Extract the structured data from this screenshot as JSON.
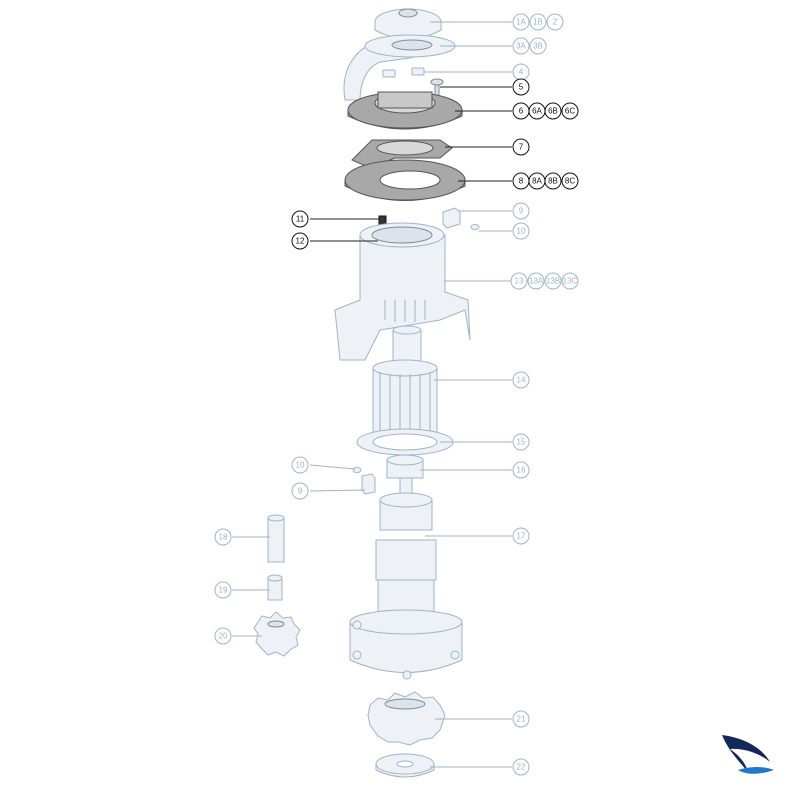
{
  "diagram": {
    "callouts": [
      {
        "id": "1A",
        "label": "1A",
        "dark": false
      },
      {
        "id": "1B",
        "label": "1B",
        "dark": false
      },
      {
        "id": "2",
        "label": "2",
        "dark": false
      },
      {
        "id": "3A",
        "label": "3A",
        "dark": false
      },
      {
        "id": "3B",
        "label": "3B",
        "dark": false
      },
      {
        "id": "4",
        "label": "4",
        "dark": false
      },
      {
        "id": "5",
        "label": "5",
        "dark": true
      },
      {
        "id": "6",
        "label": "6",
        "dark": true
      },
      {
        "id": "6A",
        "label": "6A",
        "dark": true
      },
      {
        "id": "6B",
        "label": "6B",
        "dark": true
      },
      {
        "id": "6C",
        "label": "6C",
        "dark": true
      },
      {
        "id": "7",
        "label": "7",
        "dark": true
      },
      {
        "id": "8",
        "label": "8",
        "dark": true
      },
      {
        "id": "8A",
        "label": "8A",
        "dark": true
      },
      {
        "id": "8B",
        "label": "8B",
        "dark": true
      },
      {
        "id": "8C",
        "label": "8C",
        "dark": true
      },
      {
        "id": "9a",
        "label": "9",
        "dark": false
      },
      {
        "id": "10a",
        "label": "10",
        "dark": false
      },
      {
        "id": "11",
        "label": "11",
        "dark": true
      },
      {
        "id": "12",
        "label": "12",
        "dark": true
      },
      {
        "id": "13",
        "label": "13",
        "dark": false
      },
      {
        "id": "13A",
        "label": "13A",
        "dark": false
      },
      {
        "id": "13B",
        "label": "13B",
        "dark": false
      },
      {
        "id": "13C",
        "label": "13C",
        "dark": false
      },
      {
        "id": "14",
        "label": "14",
        "dark": false
      },
      {
        "id": "15",
        "label": "15",
        "dark": false
      },
      {
        "id": "16",
        "label": "16",
        "dark": false
      },
      {
        "id": "10b",
        "label": "10",
        "dark": false
      },
      {
        "id": "9b",
        "label": "9",
        "dark": false
      },
      {
        "id": "17",
        "label": "17",
        "dark": false
      },
      {
        "id": "18",
        "label": "18",
        "dark": false
      },
      {
        "id": "19",
        "label": "19",
        "dark": false
      },
      {
        "id": "20",
        "label": "20",
        "dark": false
      },
      {
        "id": "21",
        "label": "21",
        "dark": false
      },
      {
        "id": "22",
        "label": "22",
        "dark": false
      }
    ],
    "colors": {
      "line": "#9fb4c8",
      "highlight_part": "#a8a8a8",
      "logo_navy": "#14285a",
      "logo_blue": "#1e78c8"
    },
    "logo_icon": "sail-swoosh-icon"
  }
}
